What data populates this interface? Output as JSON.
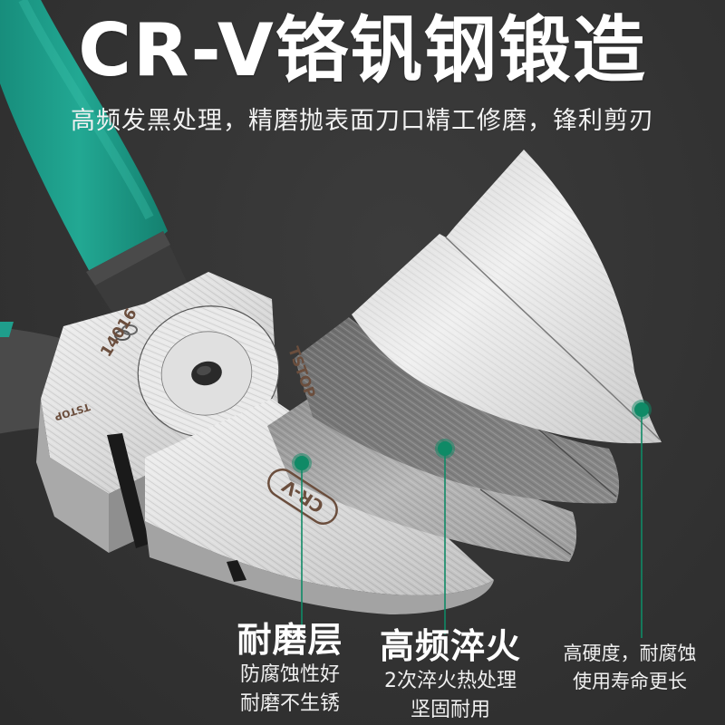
{
  "header": {
    "title": "CR-V铬钒钢锻造",
    "subtitle": "高频发黑处理，精磨抛表面刀口精工修磨，锋利剪刃"
  },
  "product": {
    "type": "diagonal cutting pliers",
    "engravings": {
      "model_number": "14016",
      "brand_mark": "TSTOP",
      "material_badge": "CR-V"
    }
  },
  "callouts": [
    {
      "id": "wear-layer",
      "heading": "耐磨层",
      "lines": [
        "防腐蚀性好",
        "耐磨不生锈"
      ]
    },
    {
      "id": "hf-quench",
      "heading": "高频淬火",
      "lines": [
        "2次淬火热处理",
        "坚固耐用"
      ]
    },
    {
      "id": "hardness",
      "heading": "",
      "lines": [
        "高硬度，耐腐蚀",
        "使用寿命更长"
      ]
    }
  ],
  "colors": {
    "background": "#353535",
    "handle_green": "#1f9e8c",
    "callout_green": "#0f8a66",
    "steel_light": "#e6e6e6",
    "steel_dark": "#7a7a7a",
    "engraving": "#6b4e3d",
    "text": "#ffffff"
  }
}
